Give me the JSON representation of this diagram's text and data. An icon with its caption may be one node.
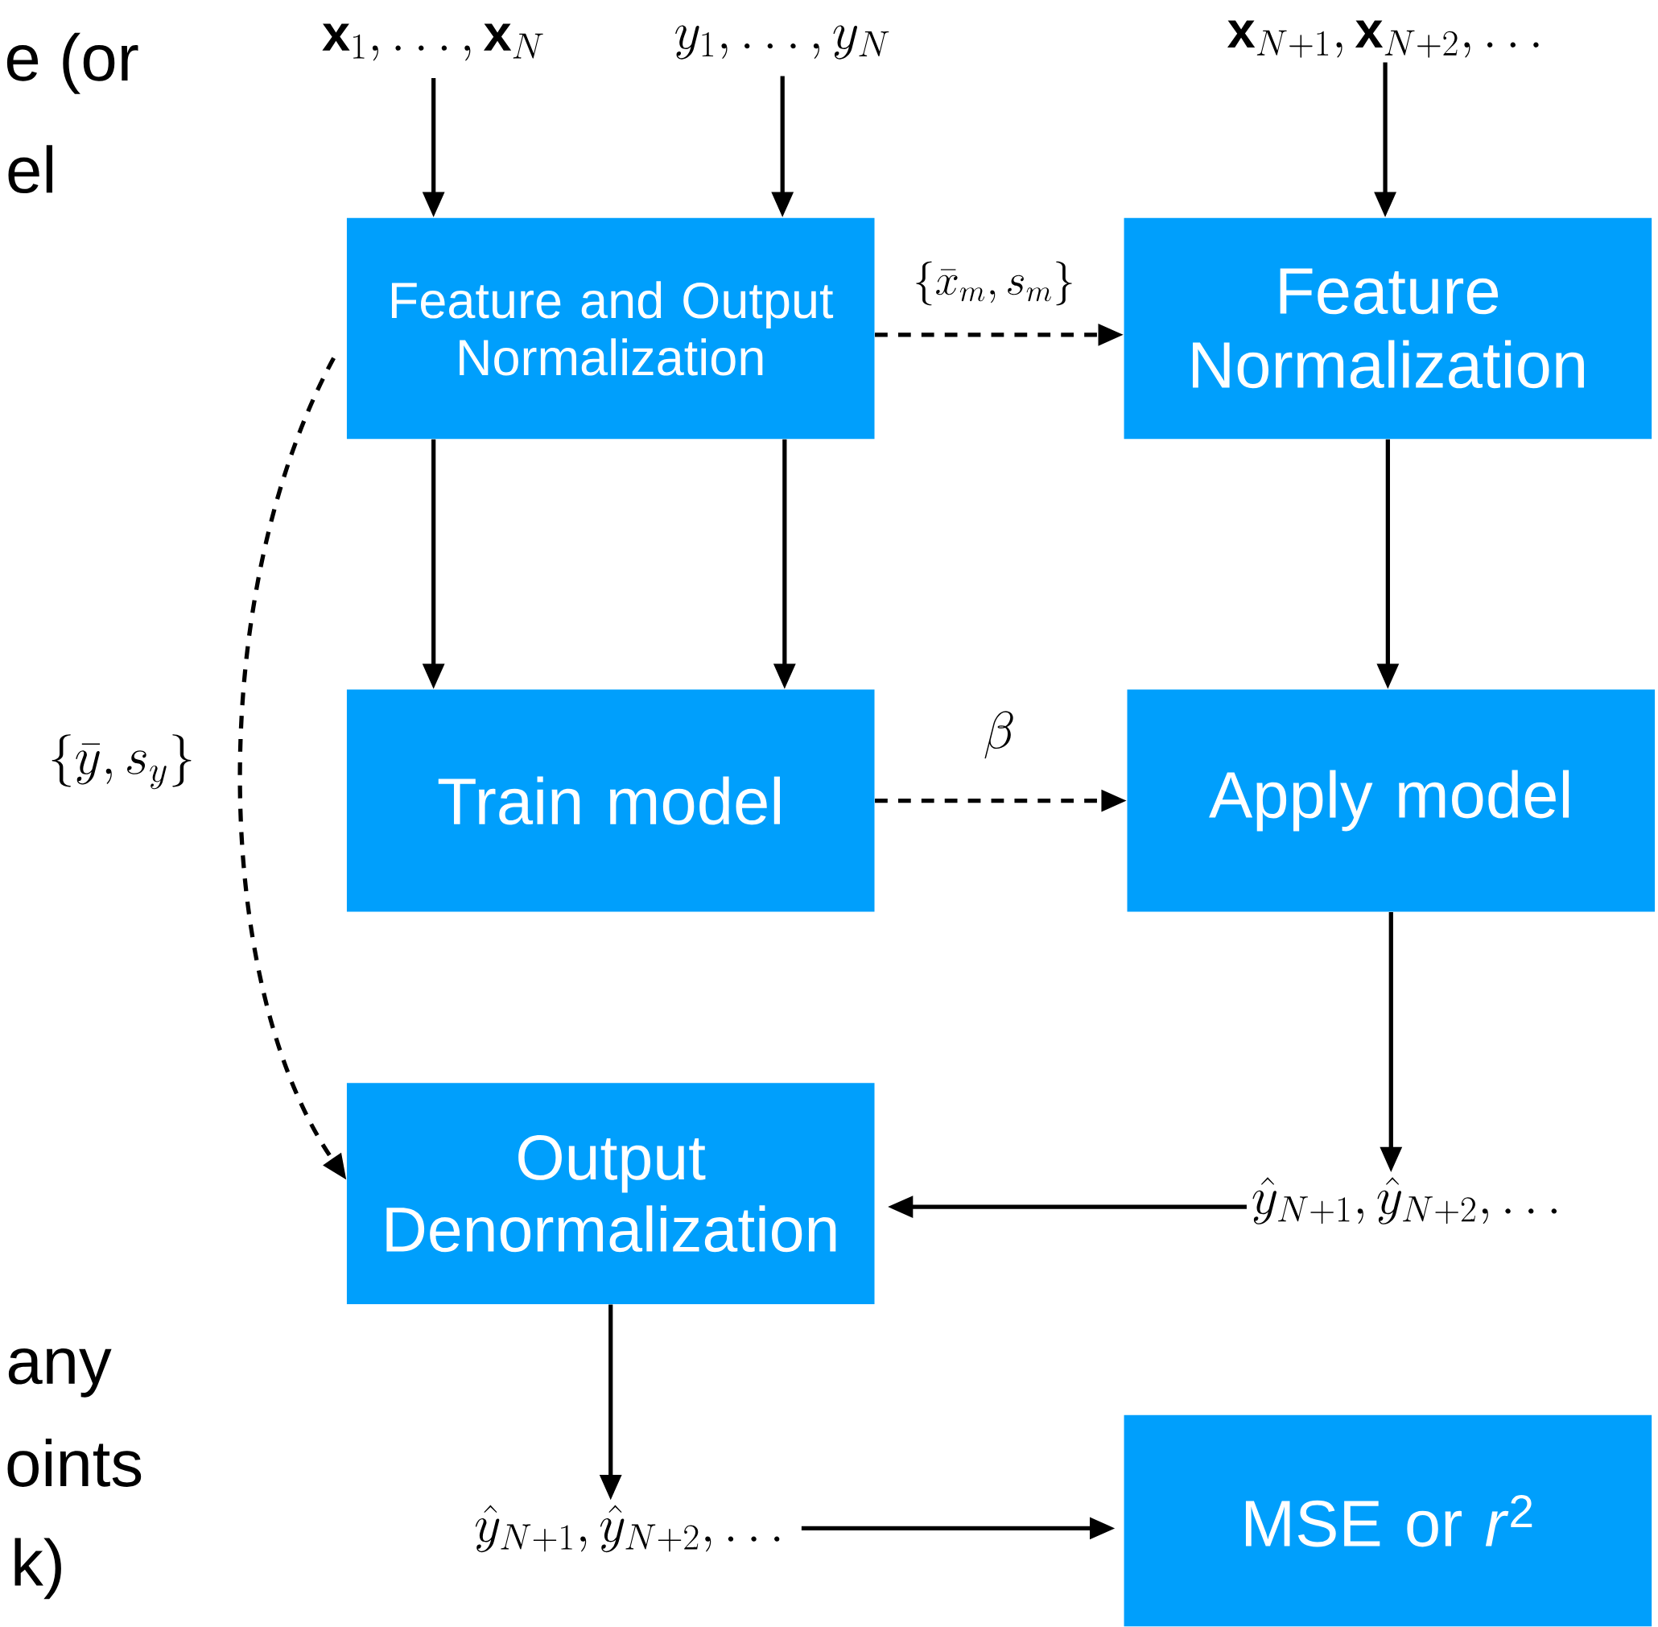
{
  "diagram": {
    "nodes": [
      {
        "text": [
          "\\mathbf{x}_1, \\ldots, \\mathbf{x}_N"
        ]
      },
      {
        "text": [
          "y_1, \\ldots, y_N"
        ]
      },
      {
        "text": [
          "\\mathbf{x}_{N+1}, \\mathbf{x}_{N+2}, \\ldots"
        ]
      },
      {
        "text": [
          "Feature and Output Normalization"
        ]
      },
      {
        "text": [
          "Feature Normalization"
        ]
      },
      {
        "text": [
          "Train model"
        ]
      },
      {
        "text": [
          "Apply model"
        ]
      },
      {
        "text": [
          "Output Denormalization"
        ]
      },
      {
        "text": [
          "\\hat{y}_{N+1}, \\hat{y}_{N+2}, \\ldots"
        ]
      },
      {
        "text": [
          "\\hat{y}_{N+1}, \\hat{y}_{N+2}, \\ldots"
        ]
      },
      {
        "text": [
          "MSE or *r*$^{2}$"
        ]
      }
    ],
    "edges": [
      {
        "from": 0,
        "to": 3,
        "arrow": "to"
      },
      {
        "from": 1,
        "to": 3,
        "arrow": "to"
      },
      {
        "from": 2,
        "to": 4,
        "arrow": "to"
      },
      {
        "from": 3,
        "to": 4,
        "arrow": "to",
        "style": "dashed",
        "label": "\\{\\bar{x}_m, s_m\\}"
      },
      {
        "from": 3,
        "to": 5,
        "arrow": "to"
      },
      {
        "from": 3,
        "to": 5,
        "arrow": "to"
      },
      {
        "from": 4,
        "to": 6,
        "arrow": "to"
      },
      {
        "from": 5,
        "to": 6,
        "arrow": "to",
        "style": "dashed",
        "label": "\\beta"
      },
      {
        "from": 6,
        "to": 8,
        "arrow": "to"
      },
      {
        "from": 8,
        "to": 7,
        "arrow": "to"
      },
      {
        "from": 3,
        "to": 7,
        "arrow": "to",
        "style": "dashed",
        "label": "\\{\\bar{y}, s_y\\}"
      },
      {
        "from": 7,
        "to": 9,
        "arrow": "to"
      },
      {
        "from": 9,
        "to": 10,
        "arrow": "to"
      }
    ],
    "labels": [
      "e (or",
      "el",
      "any",
      "oints",
      "k)"
    ]
  }
}
